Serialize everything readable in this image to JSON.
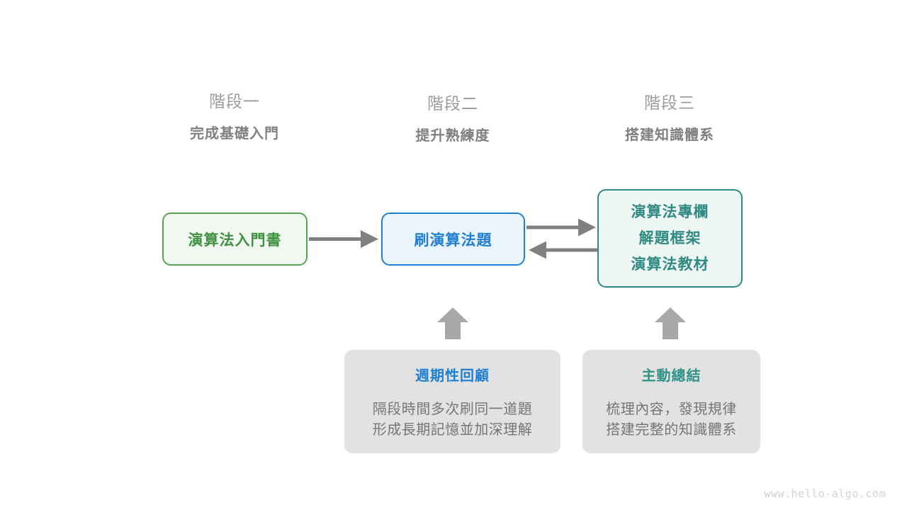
{
  "page": {
    "background": "#ffffff",
    "watermark": "www.hello-algo.com"
  },
  "colors": {
    "green": "#3f9142",
    "green_border": "#56a356",
    "green_fill": "#f1f8f0",
    "blue": "#1f7fd2",
    "blue_fill": "#eaf4fd",
    "teal": "#2f8a82",
    "teal_fill": "#eef6f4",
    "gray_card": "#e2e2e2",
    "gray_text": "#767676",
    "gray_header": "#9b9b9b",
    "arrow_gray": "#808080",
    "up_arrow_gray": "#a8a8a8"
  },
  "stages": [
    {
      "number": "階段一",
      "title": "完成基礎入門"
    },
    {
      "number": "階段二",
      "title": "提升熟練度"
    },
    {
      "number": "階段三",
      "title": "搭建知識體系"
    }
  ],
  "nodes": {
    "book": {
      "label": "演算法入門書"
    },
    "practice": {
      "label": "刷演算法題"
    },
    "resources": {
      "lines": [
        "演算法專欄",
        "解題框架",
        "演算法教材"
      ]
    }
  },
  "notes": [
    {
      "title": "週期性回顧",
      "body_line1": "隔段時間多次刷同一道題",
      "body_line2": "形成長期記憶並加深理解"
    },
    {
      "title": "主動總結",
      "body_line1": "梳理內容，發現規律",
      "body_line2": "搭建完整的知識體系"
    }
  ],
  "connections": [
    {
      "name": "book-to-practice",
      "direction": "right"
    },
    {
      "name": "practice-to-resources",
      "direction": "right"
    },
    {
      "name": "resources-to-practice",
      "direction": "left"
    },
    {
      "name": "review-to-practice",
      "direction": "up"
    },
    {
      "name": "summary-to-resources",
      "direction": "up"
    }
  ]
}
